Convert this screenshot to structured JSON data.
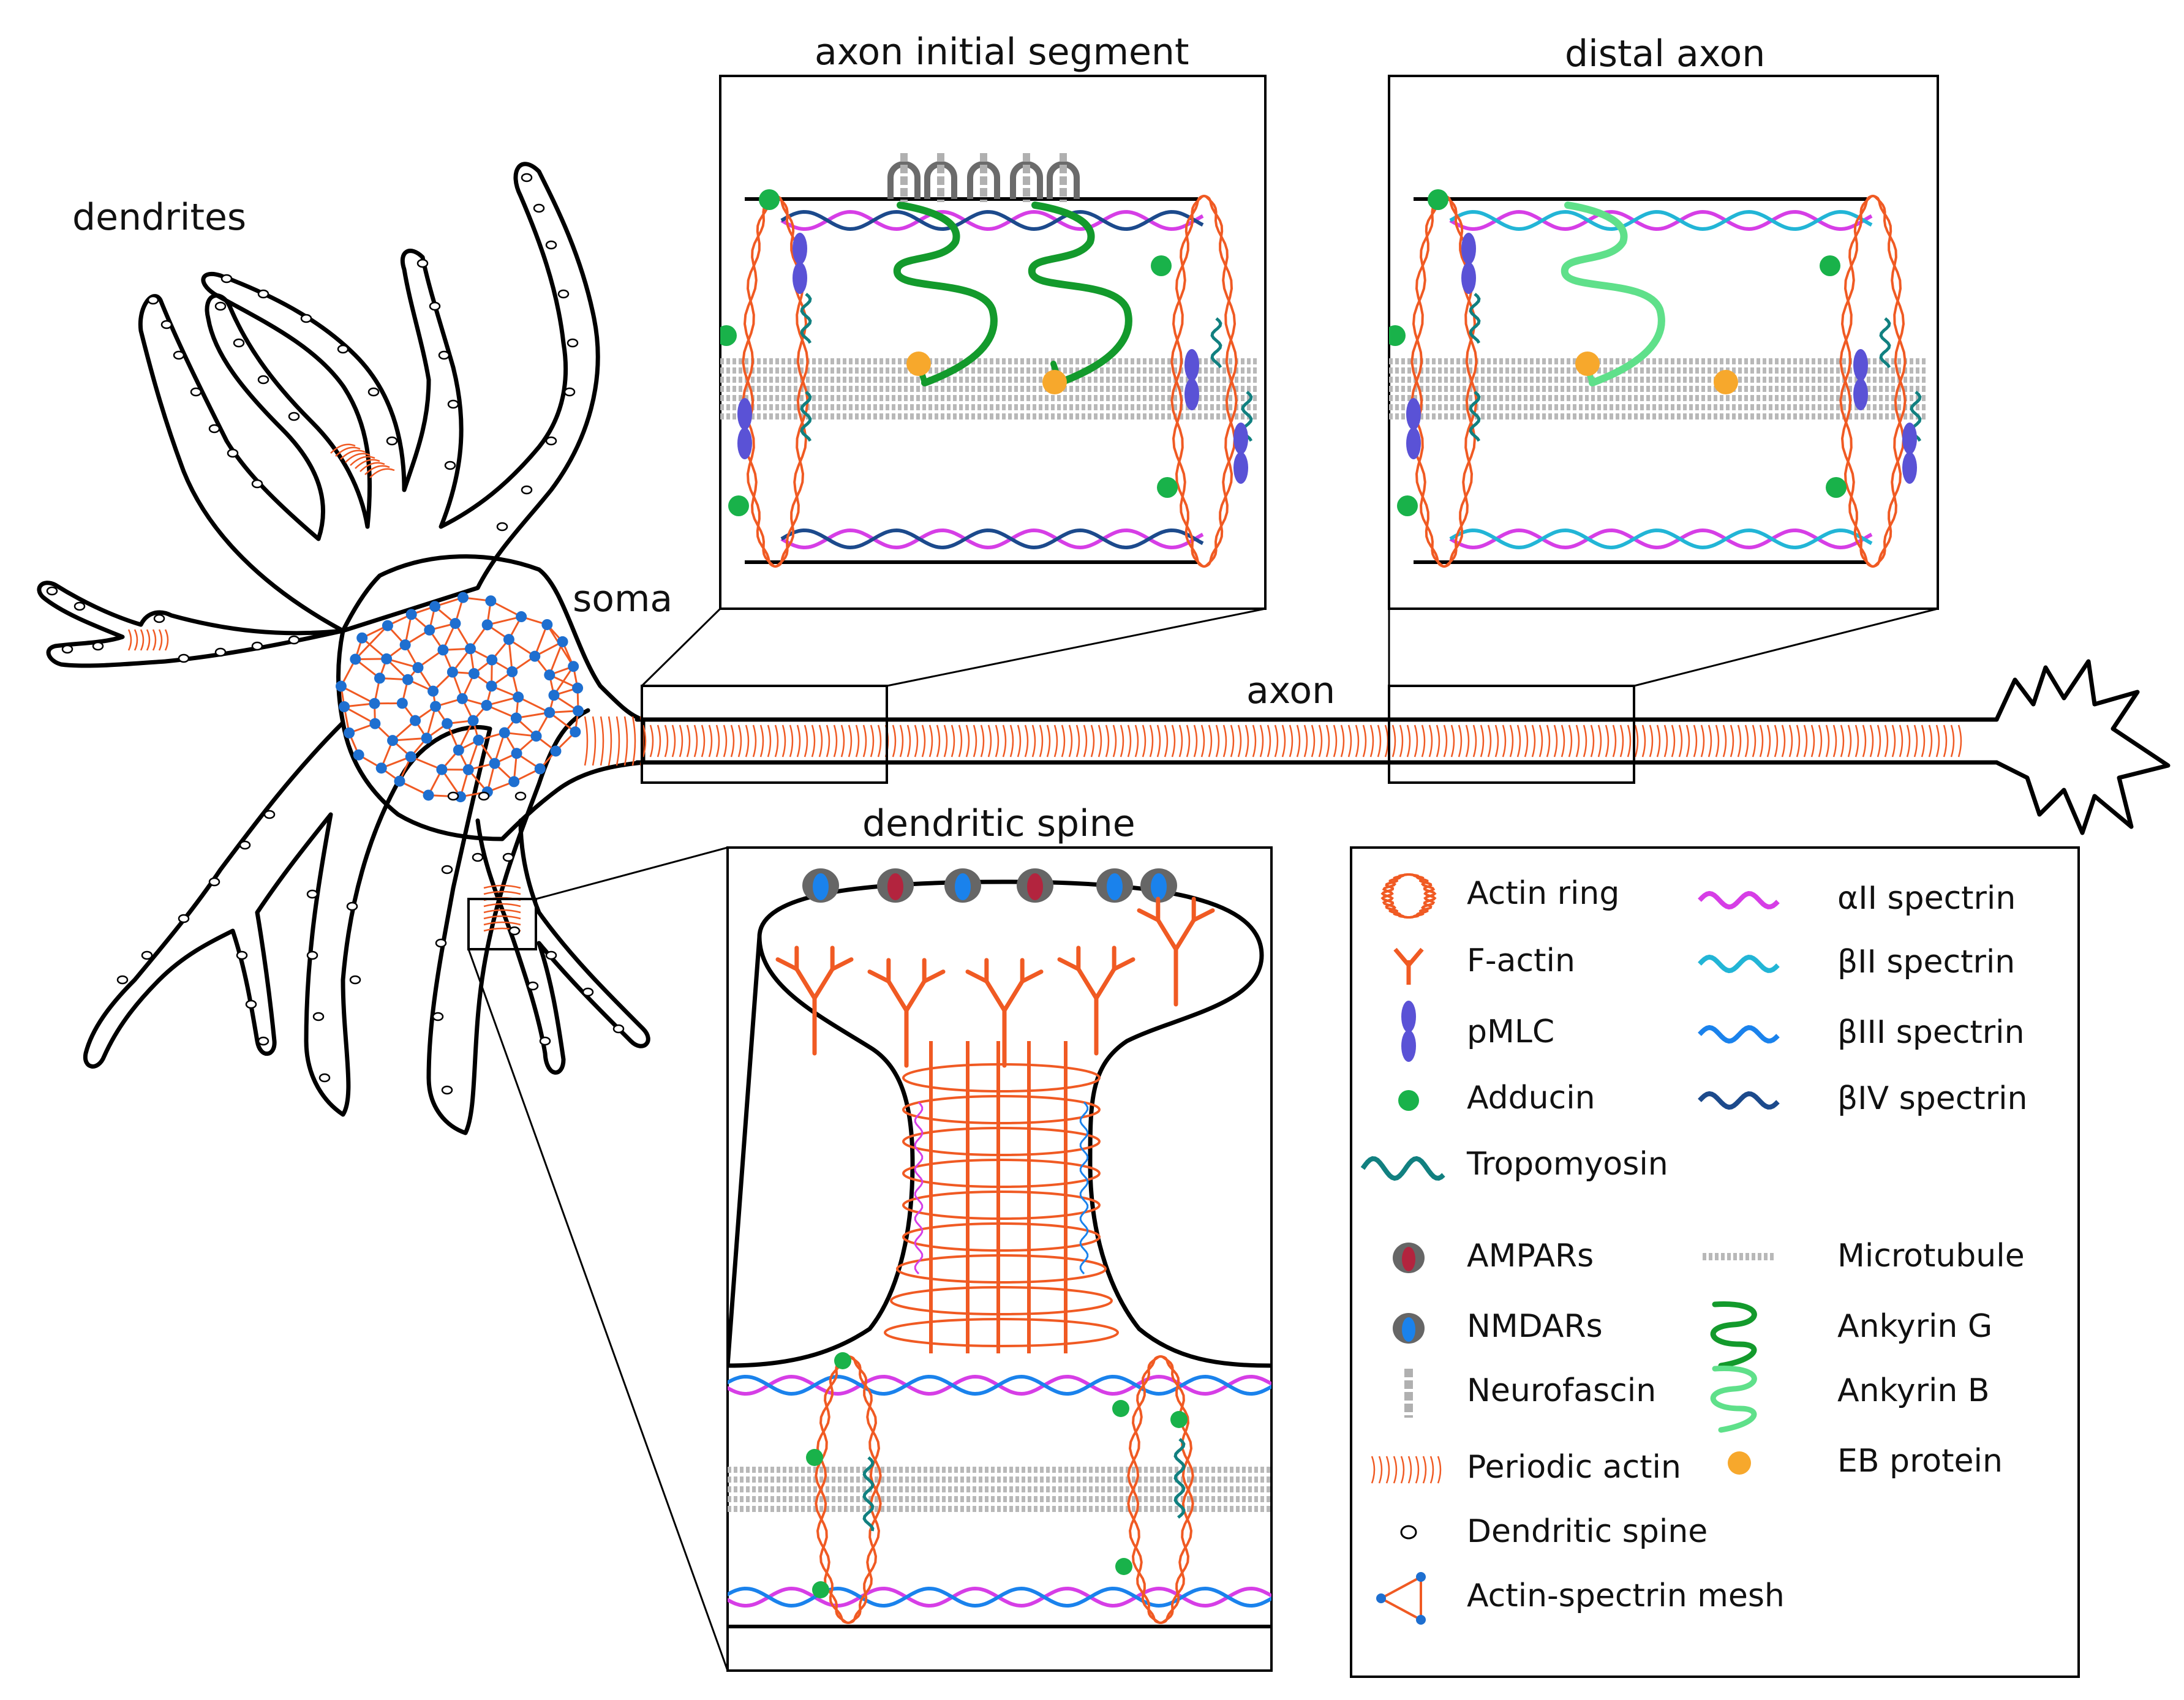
{
  "labels": {
    "dendrites": "dendrites",
    "soma": "soma",
    "axon": "axon",
    "ais": "axon initial segment",
    "distal": "distal axon",
    "spine": "dendritic spine"
  },
  "legend": {
    "left": [
      {
        "key": "actin_ring",
        "label": "Actin ring",
        "icon": "actin-ring-icon"
      },
      {
        "key": "f_actin",
        "label": "F-actin",
        "icon": "f-actin-icon"
      },
      {
        "key": "pmlc",
        "label": "pMLC",
        "icon": "pmlc-icon"
      },
      {
        "key": "adducin",
        "label": "Adducin",
        "icon": "adducin-icon"
      },
      {
        "key": "tropomyosin",
        "label": "Tropomyosin",
        "icon": "tropomyosin-icon"
      },
      {
        "key": "ampars",
        "label": "AMPARs",
        "icon": "ampar-icon"
      },
      {
        "key": "nmdars",
        "label": "NMDARs",
        "icon": "nmdar-icon"
      },
      {
        "key": "neurofascin",
        "label": "Neurofascin",
        "icon": "neurofascin-icon"
      },
      {
        "key": "periodic_actin",
        "label": "Periodic actin",
        "icon": "periodic-actin-icon"
      },
      {
        "key": "dendritic_spine",
        "label": "Dendritic spine",
        "icon": "dendritic-spine-icon"
      },
      {
        "key": "mesh",
        "label": "Actin-spectrin mesh",
        "icon": "actin-spectrin-mesh-icon"
      }
    ],
    "right": [
      {
        "key": "a2",
        "label": "αII spectrin",
        "icon": "alpha-ii-spectrin-icon"
      },
      {
        "key": "b2",
        "label": "βII spectrin",
        "icon": "beta-ii-spectrin-icon"
      },
      {
        "key": "b3",
        "label": "βIII spectrin",
        "icon": "beta-iii-spectrin-icon"
      },
      {
        "key": "b4",
        "label": "βIV spectrin",
        "icon": "beta-iv-spectrin-icon"
      },
      {
        "key": "mt",
        "label": "Microtubule",
        "icon": "microtubule-icon"
      },
      {
        "key": "ankg",
        "label": "Ankyrin G",
        "icon": "ankyrin-g-icon"
      },
      {
        "key": "ankb",
        "label": "Ankyrin B",
        "icon": "ankyrin-b-icon"
      },
      {
        "key": "eb",
        "label": "EB protein",
        "icon": "eb-protein-icon"
      }
    ]
  },
  "colors": {
    "actin": "#f05a23",
    "alpha_ii_spectrin": "#d63ee6",
    "beta_ii_spectrin": "#22b5d6",
    "beta_iii_spectrin": "#1a82ec",
    "beta_iv_spectrin": "#1c4a8c",
    "tropomyosin": "#118080",
    "adducin": "#19b24a",
    "pmlc": "#5a52d6",
    "ankyrin_g": "#139a2c",
    "ankyrin_b": "#5fe08a",
    "eb_protein": "#f7a82c",
    "microtubule": "#b8b8b8",
    "neurofascin": "#b0b0b0",
    "ampar_core": "#b3243e",
    "nmdar_core": "#1a82ec",
    "receptor_shell": "#666666",
    "mesh_node": "#1e6fd0"
  }
}
